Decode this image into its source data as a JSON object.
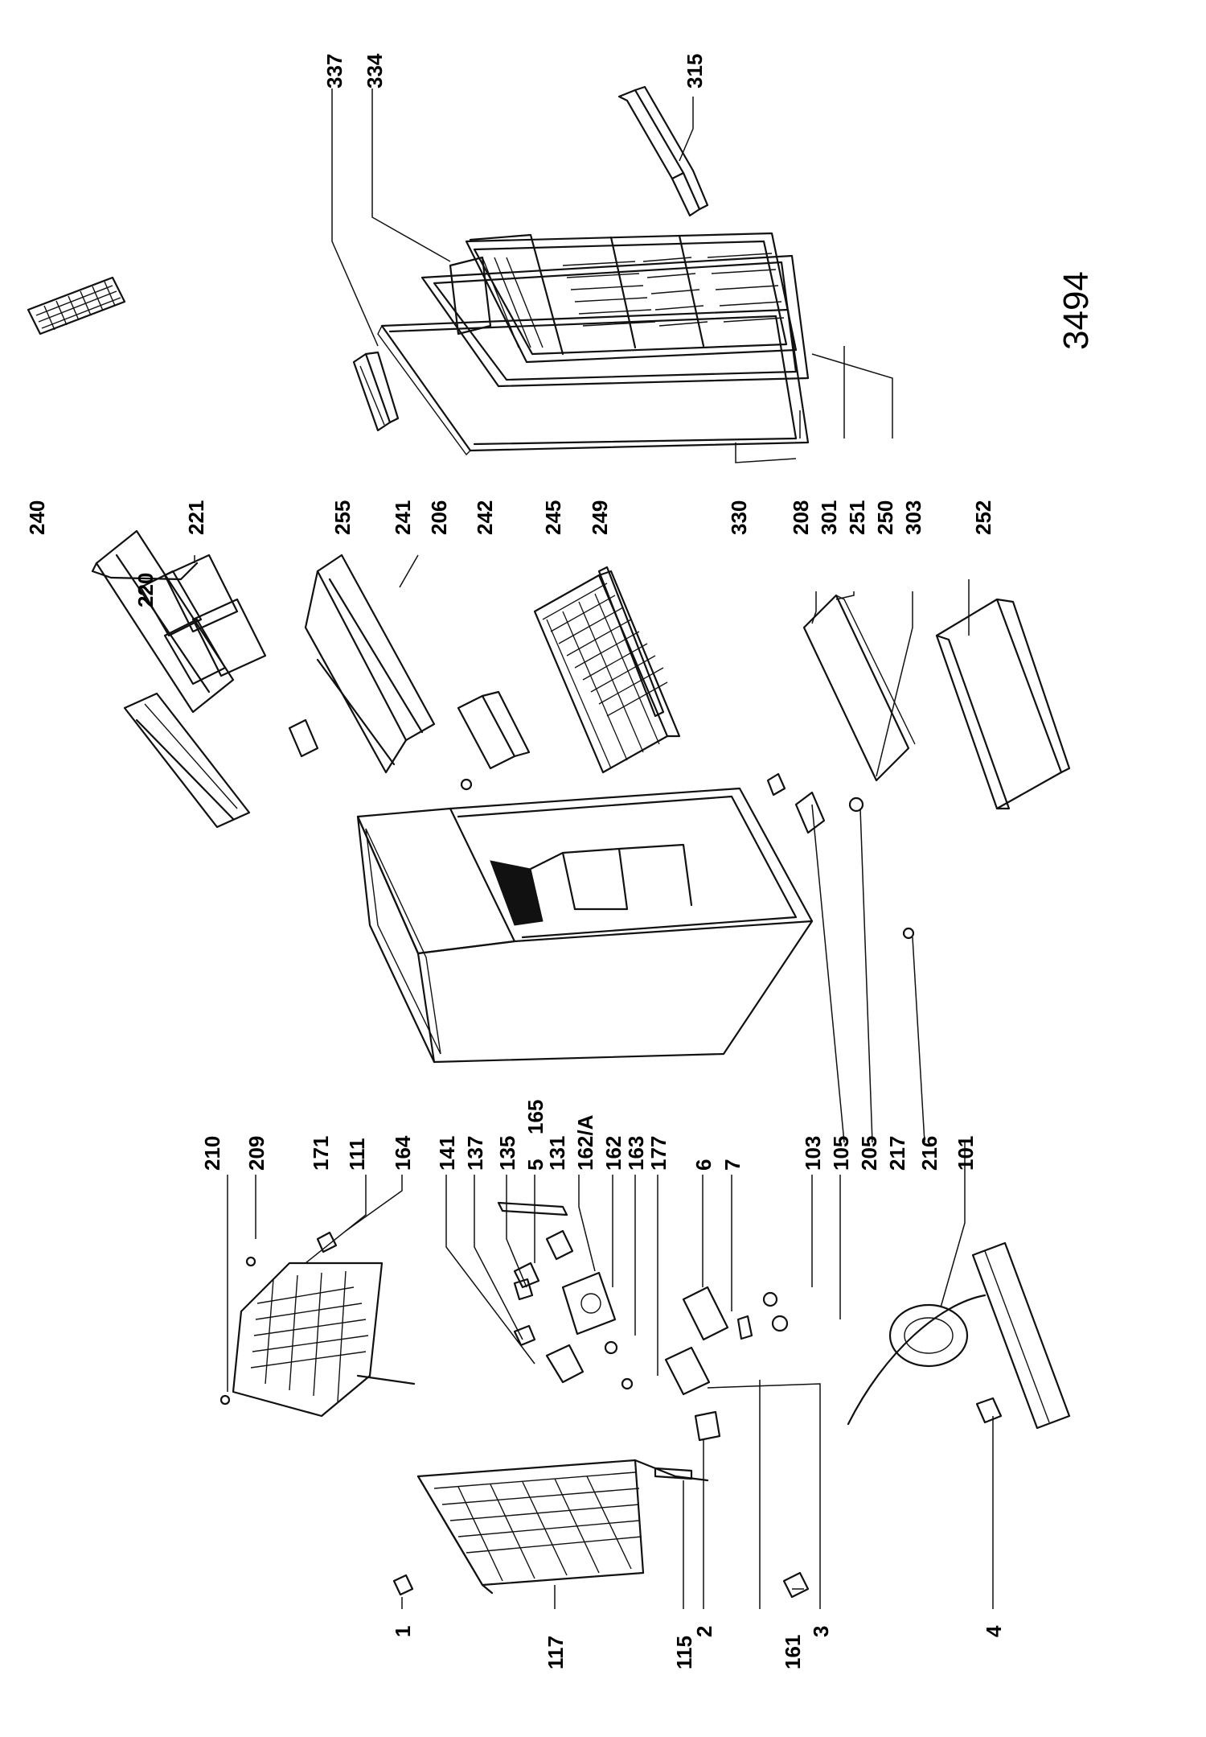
{
  "drawing": {
    "number": "3494",
    "labels": {
      "p337": "337",
      "p334": "334",
      "p315": "315",
      "p240": "240",
      "p221": "221",
      "p220": "220",
      "p255": "255",
      "p241": "241",
      "p206": "206",
      "p242": "242",
      "p245": "245",
      "p249": "249",
      "p330": "330",
      "p208": "208",
      "p301": "301",
      "p251": "251",
      "p250": "250",
      "p303": "303",
      "p252": "252",
      "p210": "210",
      "p209": "209",
      "p171": "171",
      "p111": "111",
      "p164": "164",
      "p141": "141",
      "p137": "137",
      "p135": "135",
      "p5": "5",
      "p165": "165",
      "p131": "131",
      "p162a": "162/A",
      "p162": "162",
      "p163": "163",
      "p177": "177",
      "p6": "6",
      "p7": "7",
      "p103": "103",
      "p105": "105",
      "p205": "205",
      "p217": "217",
      "p216": "216",
      "p101": "101",
      "p1": "1",
      "p117": "117",
      "p115": "115",
      "p2": "2",
      "p161": "161",
      "p3": "3",
      "p4": "4"
    }
  }
}
